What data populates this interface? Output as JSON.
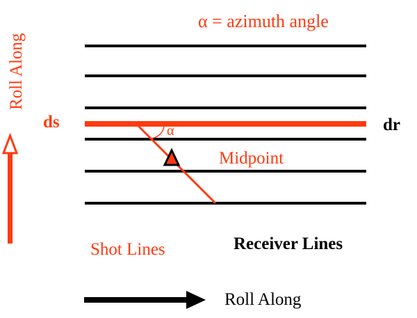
{
  "labels": {
    "azimuth": "α = azimuth angle",
    "roll_along_vertical": "Roll Along",
    "roll_along_horizontal": "Roll Along",
    "ds": "ds",
    "dr": "dr",
    "alpha": "α",
    "midpoint": "Midpoint",
    "shot_lines": "Shot Lines",
    "receiver_lines": "Receiver Lines"
  },
  "colors": {
    "shot": "#ff3b12",
    "receiver": "#000000",
    "background": "#ffffff"
  }
}
